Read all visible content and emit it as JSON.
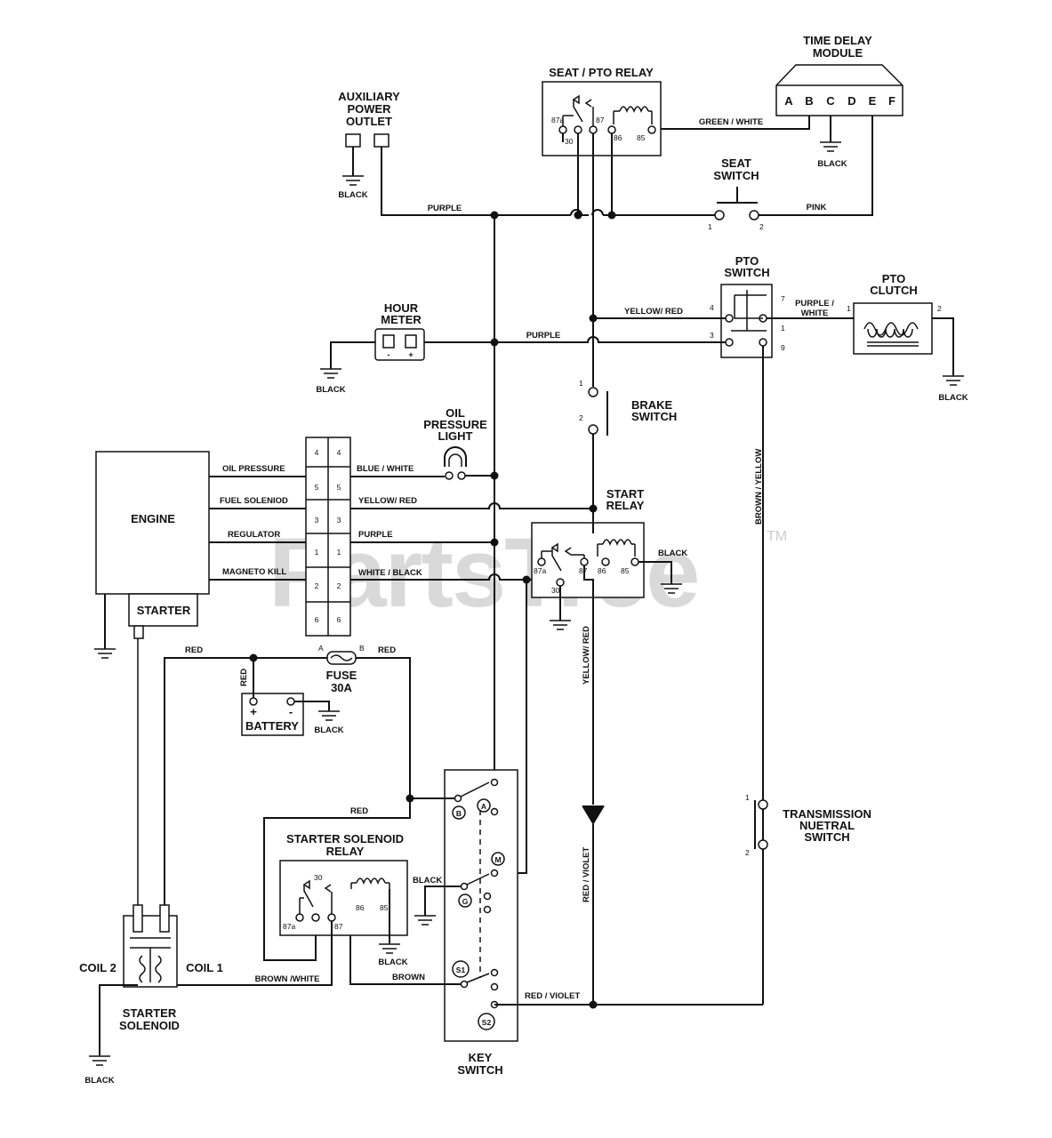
{
  "watermark": {
    "text": "PartsTree",
    "mark": "TM"
  },
  "components": {
    "time_delay_module": {
      "title_1": "TIME DELAY",
      "title_2": "MODULE",
      "pins": [
        "A",
        "B",
        "C",
        "D",
        "E",
        "F"
      ]
    },
    "seat_pto_relay": {
      "title": "SEAT / PTO RELAY",
      "pins": [
        "87a",
        "30",
        "87",
        "86",
        "85"
      ]
    },
    "aux_outlet": {
      "title_1": "AUXILIARY",
      "title_2": "POWER",
      "title_3": "OUTLET"
    },
    "seat_switch": {
      "title_1": "SEAT",
      "title_2": "SWITCH",
      "pin1": "1",
      "pin2": "2"
    },
    "pto_switch": {
      "title_1": "PTO",
      "title_2": "SWITCH",
      "pins": [
        "4",
        "3",
        "7",
        "1",
        "9"
      ]
    },
    "pto_clutch": {
      "title_1": "PTO",
      "title_2": "CLUTCH",
      "pin1": "1",
      "pin2": "2"
    },
    "hour_meter": {
      "title_1": "HOUR",
      "title_2": "METER",
      "minus": "-",
      "plus": "+"
    },
    "brake_switch": {
      "title_1": "BRAKE",
      "title_2": "SWITCH",
      "pin1": "1",
      "pin2": "2"
    },
    "oil_light": {
      "title_1": "OIL",
      "title_2": "PRESSURE",
      "title_3": "LIGHT"
    },
    "engine": {
      "title": "ENGINE",
      "starter": "STARTER",
      "leads": [
        "OIL PRESSURE",
        "FUEL SOLENIOD",
        "REGULATOR",
        "MAGNETO KILL"
      ]
    },
    "connector": {
      "pins": [
        "4",
        "5",
        "3",
        "1",
        "2",
        "6"
      ]
    },
    "start_relay": {
      "title_1": "START",
      "title_2": "RELAY",
      "pins": [
        "87a",
        "30",
        "87",
        "86",
        "85"
      ]
    },
    "fuse": {
      "title_1": "FUSE",
      "title_2": "30A",
      "a": "A",
      "b": "B"
    },
    "battery": {
      "title": "BATTERY",
      "plus": "+",
      "minus": "-"
    },
    "key_switch": {
      "title_1": "KEY",
      "title_2": "SWITCH",
      "terms": [
        "B",
        "A",
        "M",
        "G",
        "S1",
        "S2"
      ]
    },
    "starter_solenoid_relay": {
      "title_1": "STARTER SOLENOID",
      "title_2": "RELAY",
      "pins": [
        "30",
        "87a",
        "87",
        "86",
        "85"
      ]
    },
    "starter_solenoid": {
      "title_1": "STARTER",
      "title_2": "SOLENOID",
      "coil1": "COIL 1",
      "coil2": "COIL 2"
    },
    "neutral_switch": {
      "title_1": "TRANSMISSION",
      "title_2": "NUETRAL",
      "title_3": "SWITCH",
      "pin1": "1",
      "pin2": "2"
    }
  },
  "wires": {
    "green_white": "GREEN / WHITE",
    "black": "BLACK",
    "purple": "PURPLE",
    "pink": "PINK",
    "yellow_red": "YELLOW/ RED",
    "purple_white_1": "PURPLE /",
    "purple_white_2": "WHITE",
    "brown_yellow": "BROWN / YELLOW",
    "blue_white": "BLUE / WHITE",
    "white_black": "WHITE / BLACK",
    "yellow_red_v": "YELLOW/ RED",
    "red": "RED",
    "red_violet": "RED / VIOLET",
    "brown": "BROWN",
    "brown_white": "BROWN /WHITE"
  }
}
